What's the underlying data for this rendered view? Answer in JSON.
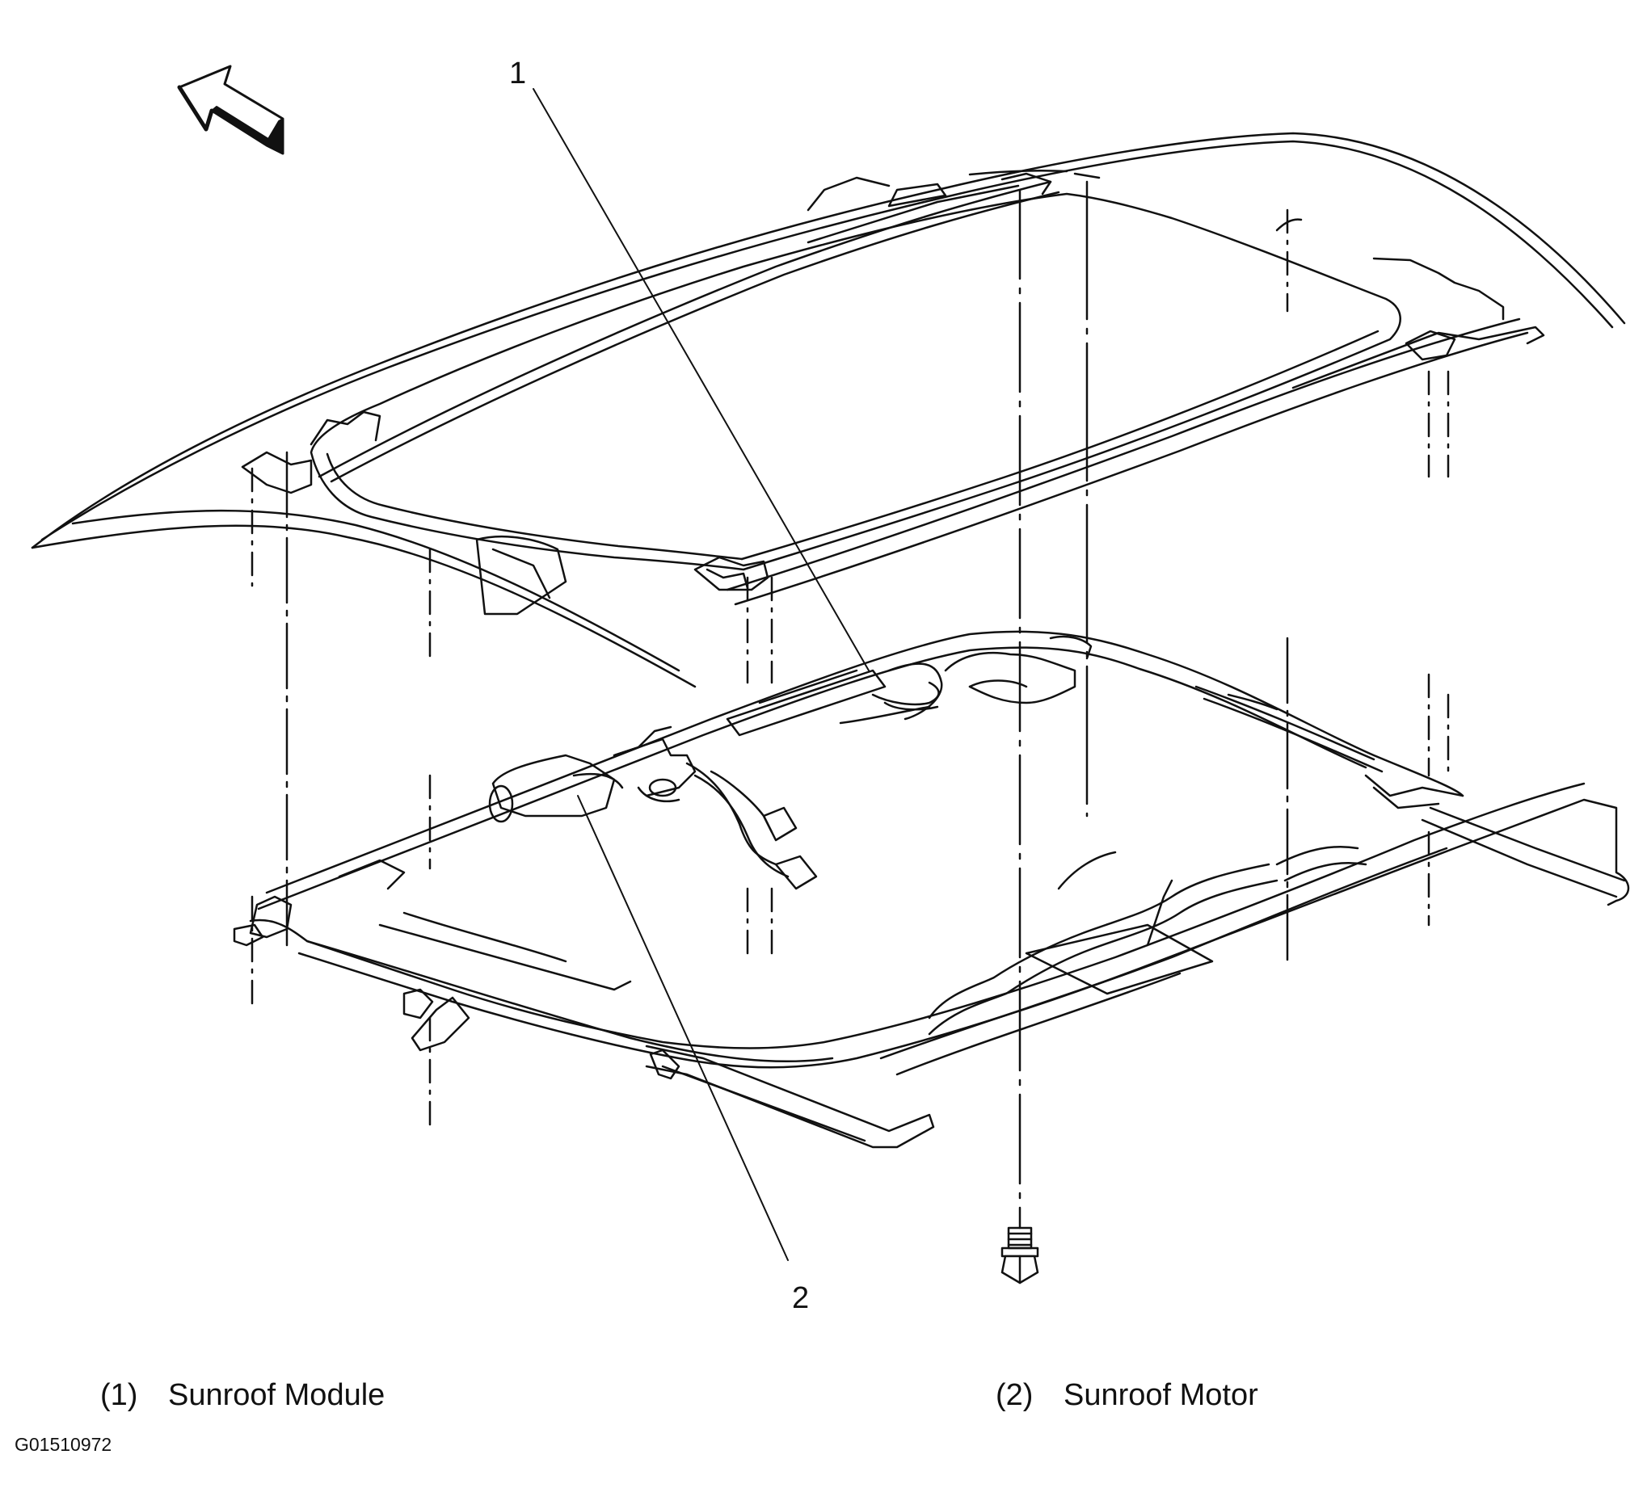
{
  "callouts": [
    {
      "number": "1",
      "label_index": "(1)",
      "name": "Sunroof Module"
    },
    {
      "number": "2",
      "label_index": "(2)",
      "name": "Sunroof Motor"
    }
  ],
  "figure_id": "G01510972",
  "icons": {
    "direction_arrow": "arrow-up-left-icon",
    "bolt": "bolt-icon"
  },
  "colors": {
    "line": "#111111",
    "background": "#ffffff"
  }
}
